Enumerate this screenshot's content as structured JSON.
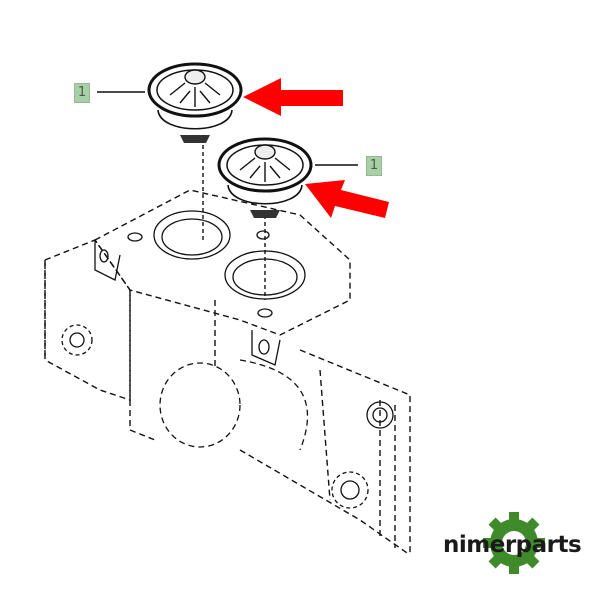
{
  "diagram": {
    "type": "exploded parts diagram",
    "description": "Thermostat housing with two thermostats, dashed-line assembly drawing",
    "callouts": [
      {
        "id": "callout-1a",
        "label": "1"
      },
      {
        "id": "callout-1b",
        "label": "1"
      }
    ],
    "arrows": [
      {
        "id": "arrow-upper",
        "color": "#ff0000",
        "points_to": "upper thermostat"
      },
      {
        "id": "arrow-lower",
        "color": "#ff0000",
        "points_to": "lower thermostat"
      }
    ],
    "colors": {
      "line": "#111111",
      "callout_bg": "#a9cfa6",
      "arrow": "#ff0000",
      "logo_gear": "#3f8a2a"
    }
  },
  "logo": {
    "text": "nimerparts"
  }
}
